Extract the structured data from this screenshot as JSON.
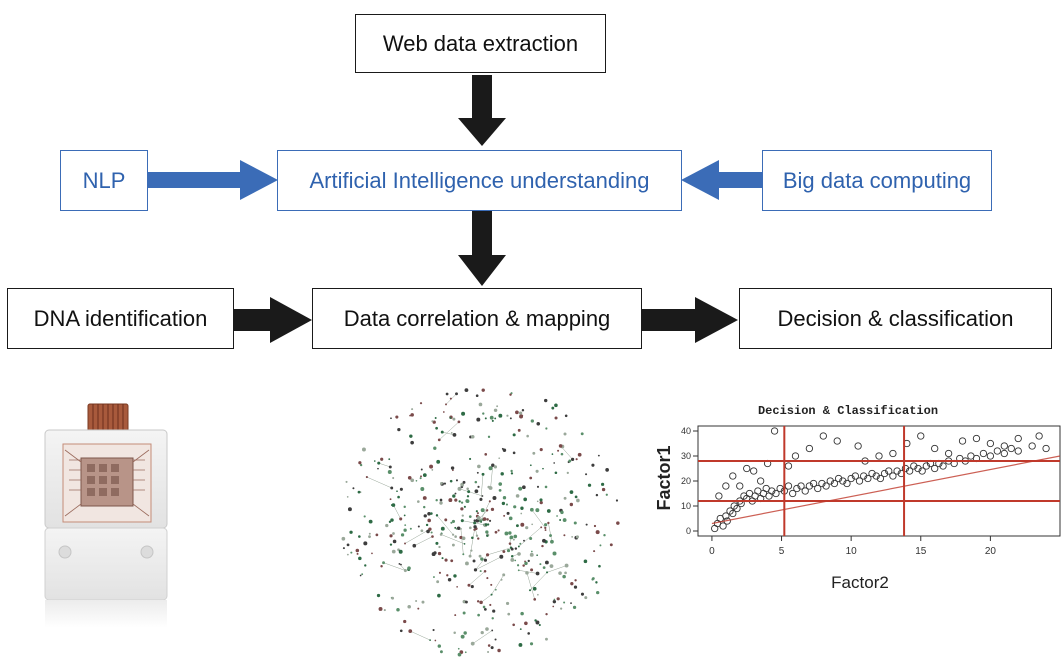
{
  "diagram": {
    "top_box": "Web data extraction",
    "left_input": "NLP",
    "center_box": "Artificial Intelligence understanding",
    "right_input": "Big data computing",
    "dna_box": "DNA identification",
    "correlation_box": "Data correlation & mapping",
    "decision_box": "Decision & classification"
  },
  "colors": {
    "blue_accent": "#2f62ae",
    "arrow_black": "#1a1a1a",
    "chart_red": "#c0392b"
  },
  "images": {
    "left": "dna-sequencing-chip-icon",
    "middle": "network-graph-icon",
    "right": "scatter-plot-chart"
  },
  "chart_data": {
    "type": "scatter",
    "title": "Decision & Classification",
    "xlabel": "Factor2",
    "ylabel": "Factor1",
    "xlim": [
      -1,
      25
    ],
    "ylim": [
      -2,
      42
    ],
    "xticks": [
      0,
      5,
      10,
      15,
      20
    ],
    "yticks": [
      0,
      10,
      20,
      30,
      40
    ],
    "hlines": [
      12,
      28
    ],
    "vlines": [
      5.2,
      13.8
    ],
    "trend_line": [
      [
        0,
        3
      ],
      [
        25,
        30
      ]
    ],
    "points": [
      [
        0.2,
        1
      ],
      [
        0.4,
        3
      ],
      [
        0.6,
        5
      ],
      [
        0.8,
        2
      ],
      [
        1,
        6
      ],
      [
        1.1,
        4
      ],
      [
        1.3,
        8
      ],
      [
        1.5,
        7
      ],
      [
        1.6,
        10
      ],
      [
        1.8,
        9
      ],
      [
        2,
        12
      ],
      [
        2.1,
        11
      ],
      [
        2.3,
        14
      ],
      [
        2.5,
        13
      ],
      [
        2.7,
        15
      ],
      [
        2.9,
        12
      ],
      [
        3.1,
        14
      ],
      [
        3.3,
        16
      ],
      [
        3.5,
        13
      ],
      [
        3.7,
        15
      ],
      [
        3.9,
        17
      ],
      [
        4.1,
        14
      ],
      [
        4.3,
        16
      ],
      [
        4.6,
        15
      ],
      [
        4.9,
        17
      ],
      [
        5.2,
        16
      ],
      [
        5.5,
        18
      ],
      [
        5.8,
        15
      ],
      [
        6.1,
        17
      ],
      [
        6.4,
        18
      ],
      [
        6.7,
        16
      ],
      [
        7,
        18
      ],
      [
        7.3,
        19
      ],
      [
        7.6,
        17
      ],
      [
        7.9,
        19
      ],
      [
        8.2,
        18
      ],
      [
        8.5,
        20
      ],
      [
        8.8,
        19
      ],
      [
        9.1,
        21
      ],
      [
        9.4,
        20
      ],
      [
        9.7,
        19
      ],
      [
        10,
        21
      ],
      [
        10.3,
        22
      ],
      [
        10.6,
        20
      ],
      [
        10.9,
        22
      ],
      [
        11.2,
        21
      ],
      [
        11.5,
        23
      ],
      [
        11.8,
        22
      ],
      [
        12.1,
        21
      ],
      [
        12.4,
        23
      ],
      [
        12.7,
        24
      ],
      [
        13,
        22
      ],
      [
        13.3,
        24
      ],
      [
        13.6,
        23
      ],
      [
        13.9,
        25
      ],
      [
        14.2,
        24
      ],
      [
        14.5,
        26
      ],
      [
        14.8,
        25
      ],
      [
        15.1,
        24
      ],
      [
        15.4,
        26
      ],
      [
        15.7,
        27
      ],
      [
        16,
        25
      ],
      [
        16.3,
        27
      ],
      [
        16.6,
        26
      ],
      [
        17,
        28
      ],
      [
        17.4,
        27
      ],
      [
        17.8,
        29
      ],
      [
        18.2,
        28
      ],
      [
        18.6,
        30
      ],
      [
        19,
        29
      ],
      [
        19.5,
        31
      ],
      [
        20,
        30
      ],
      [
        20.5,
        32
      ],
      [
        21,
        31
      ],
      [
        21.5,
        33
      ],
      [
        22,
        32
      ],
      [
        23,
        34
      ],
      [
        24,
        33
      ],
      [
        1.5,
        22
      ],
      [
        2.5,
        25
      ],
      [
        3,
        24
      ],
      [
        4,
        27
      ],
      [
        4.5,
        40
      ],
      [
        1,
        18
      ],
      [
        0.5,
        14
      ],
      [
        6,
        30
      ],
      [
        7,
        33
      ],
      [
        8,
        38
      ],
      [
        9,
        36
      ],
      [
        10.5,
        34
      ],
      [
        12,
        30
      ],
      [
        14,
        35
      ],
      [
        15,
        38
      ],
      [
        16,
        33
      ],
      [
        18,
        36
      ],
      [
        20,
        35
      ],
      [
        22,
        37
      ],
      [
        23.5,
        38
      ],
      [
        19,
        37
      ],
      [
        21,
        34
      ],
      [
        17,
        31
      ],
      [
        11,
        28
      ],
      [
        5.5,
        26
      ],
      [
        3.5,
        20
      ],
      [
        2,
        18
      ],
      [
        13,
        31
      ]
    ]
  }
}
